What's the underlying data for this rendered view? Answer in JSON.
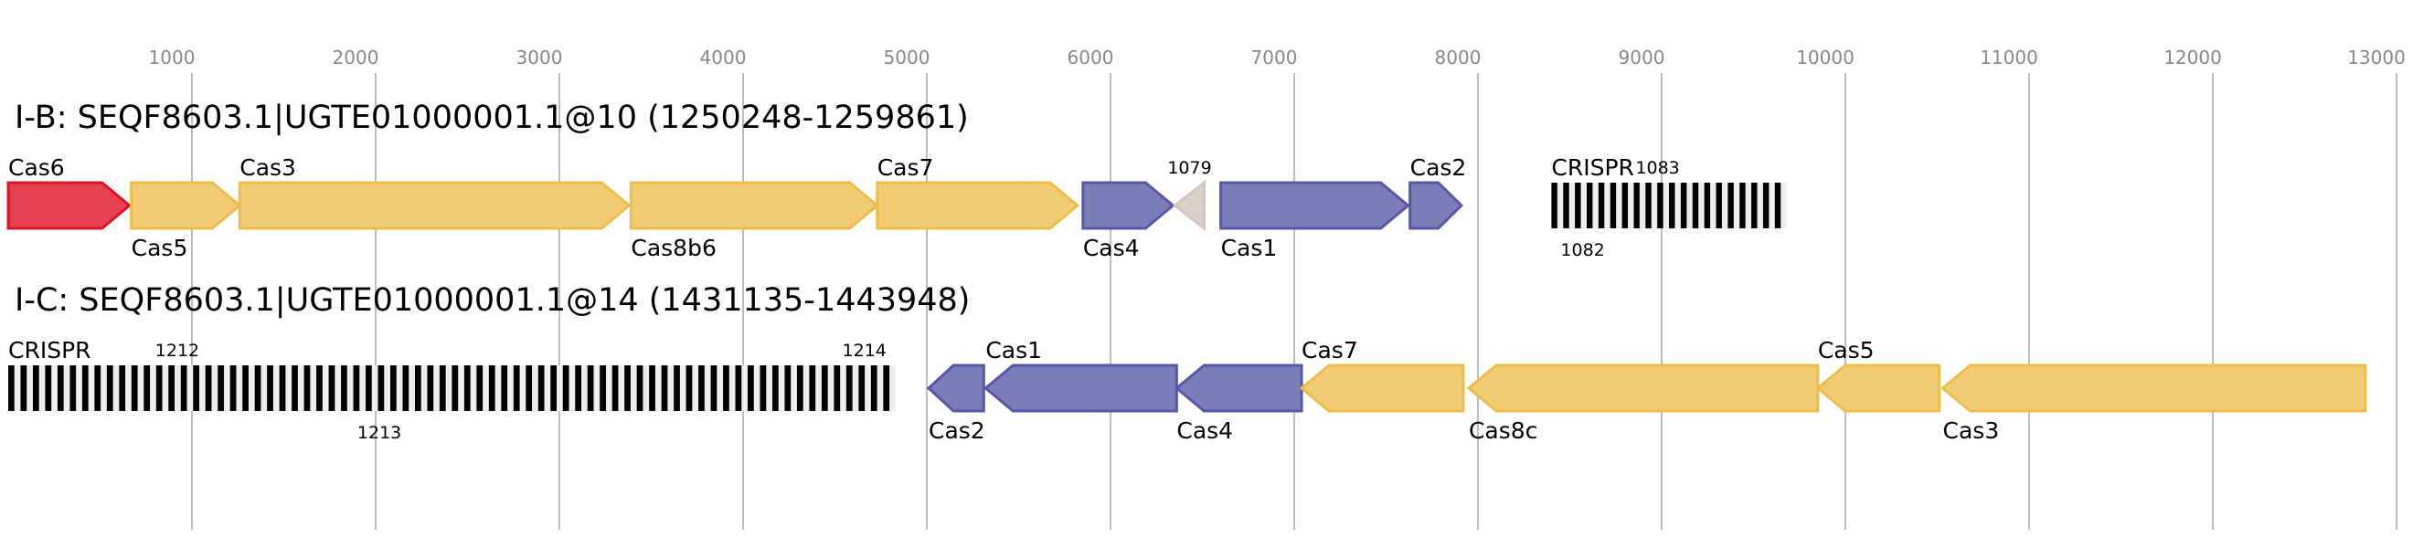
{
  "figure": {
    "type": "gene-cluster-diagram",
    "axis": {
      "ticks": [
        1000,
        2000,
        3000,
        4000,
        5000,
        6000,
        7000,
        8000,
        9000,
        10000,
        11000,
        12000,
        13000
      ],
      "tick_labels": [
        "1000",
        "2000",
        "3000",
        "4000",
        "5000",
        "6000",
        "7000",
        "8000",
        "9000",
        "10000",
        "11000",
        "12000",
        "13000"
      ],
      "range": [
        0,
        13200
      ]
    },
    "colors": {
      "cas6": "#e3424f",
      "cas6_stroke": "#dc1428",
      "interference": "#f0cb73",
      "interference_stroke": "#ecbd4b",
      "adaptation": "#7a7db8",
      "adaptation_stroke": "#5558a6",
      "unknown": "#d9d0c8",
      "unknown_stroke": "#d3c6bc",
      "crispr_repeat": "#000000",
      "crispr_spacer": "#eeeeee",
      "grid": "#bdbdbd",
      "tick_text": "#888888"
    },
    "tracks": [
      {
        "title": "I-B: SEQF8603.1|UGTE01000001.1@10 (1250248-1259861)",
        "genes": [
          {
            "name": "Cas6",
            "start": 0,
            "end": 660,
            "strand": "+",
            "category": "cas6",
            "label_pos": "above"
          },
          {
            "name": "Cas5",
            "start": 670,
            "end": 1260,
            "strand": "+",
            "category": "interference",
            "label_pos": "below"
          },
          {
            "name": "Cas3",
            "start": 1260,
            "end": 3380,
            "strand": "+",
            "category": "interference",
            "label_pos": "above"
          },
          {
            "name": "Cas8b6",
            "start": 3390,
            "end": 4730,
            "strand": "+",
            "category": "interference",
            "label_pos": "below"
          },
          {
            "name": "Cas7",
            "start": 4730,
            "end": 5820,
            "strand": "+",
            "category": "interference",
            "label_pos": "above"
          },
          {
            "name": "Cas4",
            "start": 5850,
            "end": 6340,
            "strand": "+",
            "category": "adaptation",
            "label_pos": "below"
          },
          {
            "name": "1079",
            "start": 6350,
            "end": 6510,
            "strand": "-",
            "category": "unknown",
            "label_pos": "above-small"
          },
          {
            "name": "Cas1",
            "start": 6600,
            "end": 7620,
            "strand": "+",
            "category": "adaptation",
            "label_pos": "below"
          },
          {
            "name": "Cas2",
            "start": 7630,
            "end": 7910,
            "strand": "+",
            "category": "adaptation",
            "label_pos": "above"
          }
        ],
        "crisprs": [
          {
            "name": "CRISPR",
            "start": 8400,
            "end": 9680,
            "repeats": 20,
            "labels_above": [
              "1083"
            ],
            "labels_below": [
              "1082"
            ]
          }
        ]
      },
      {
        "title": "I-C: SEQF8603.1|UGTE01000001.1@14 (1431135-1443948)",
        "genes": [
          {
            "name": "Cas2",
            "start": 5010,
            "end": 5310,
            "strand": "-",
            "category": "adaptation",
            "label_pos": "below"
          },
          {
            "name": "Cas1",
            "start": 5320,
            "end": 6360,
            "strand": "-",
            "category": "adaptation",
            "label_pos": "above"
          },
          {
            "name": "Cas4",
            "start": 6360,
            "end": 7040,
            "strand": "-",
            "category": "adaptation",
            "label_pos": "below"
          },
          {
            "name": "Cas7",
            "start": 7040,
            "end": 7920,
            "strand": "-",
            "category": "interference",
            "label_pos": "above"
          },
          {
            "name": "Cas8c",
            "start": 7950,
            "end": 9850,
            "strand": "-",
            "category": "interference",
            "label_pos": "below"
          },
          {
            "name": "Cas5",
            "start": 9850,
            "end": 10510,
            "strand": "-",
            "category": "interference",
            "label_pos": "above"
          },
          {
            "name": "Cas3",
            "start": 10530,
            "end": 12830,
            "strand": "-",
            "category": "interference",
            "label_pos": "below"
          }
        ],
        "crisprs": [
          {
            "name": "CRISPR",
            "start": 0,
            "end": 4830,
            "repeats": 72,
            "labels_above": [
              "1212",
              "1214"
            ],
            "labels_below": [
              "1213"
            ]
          }
        ]
      }
    ]
  }
}
